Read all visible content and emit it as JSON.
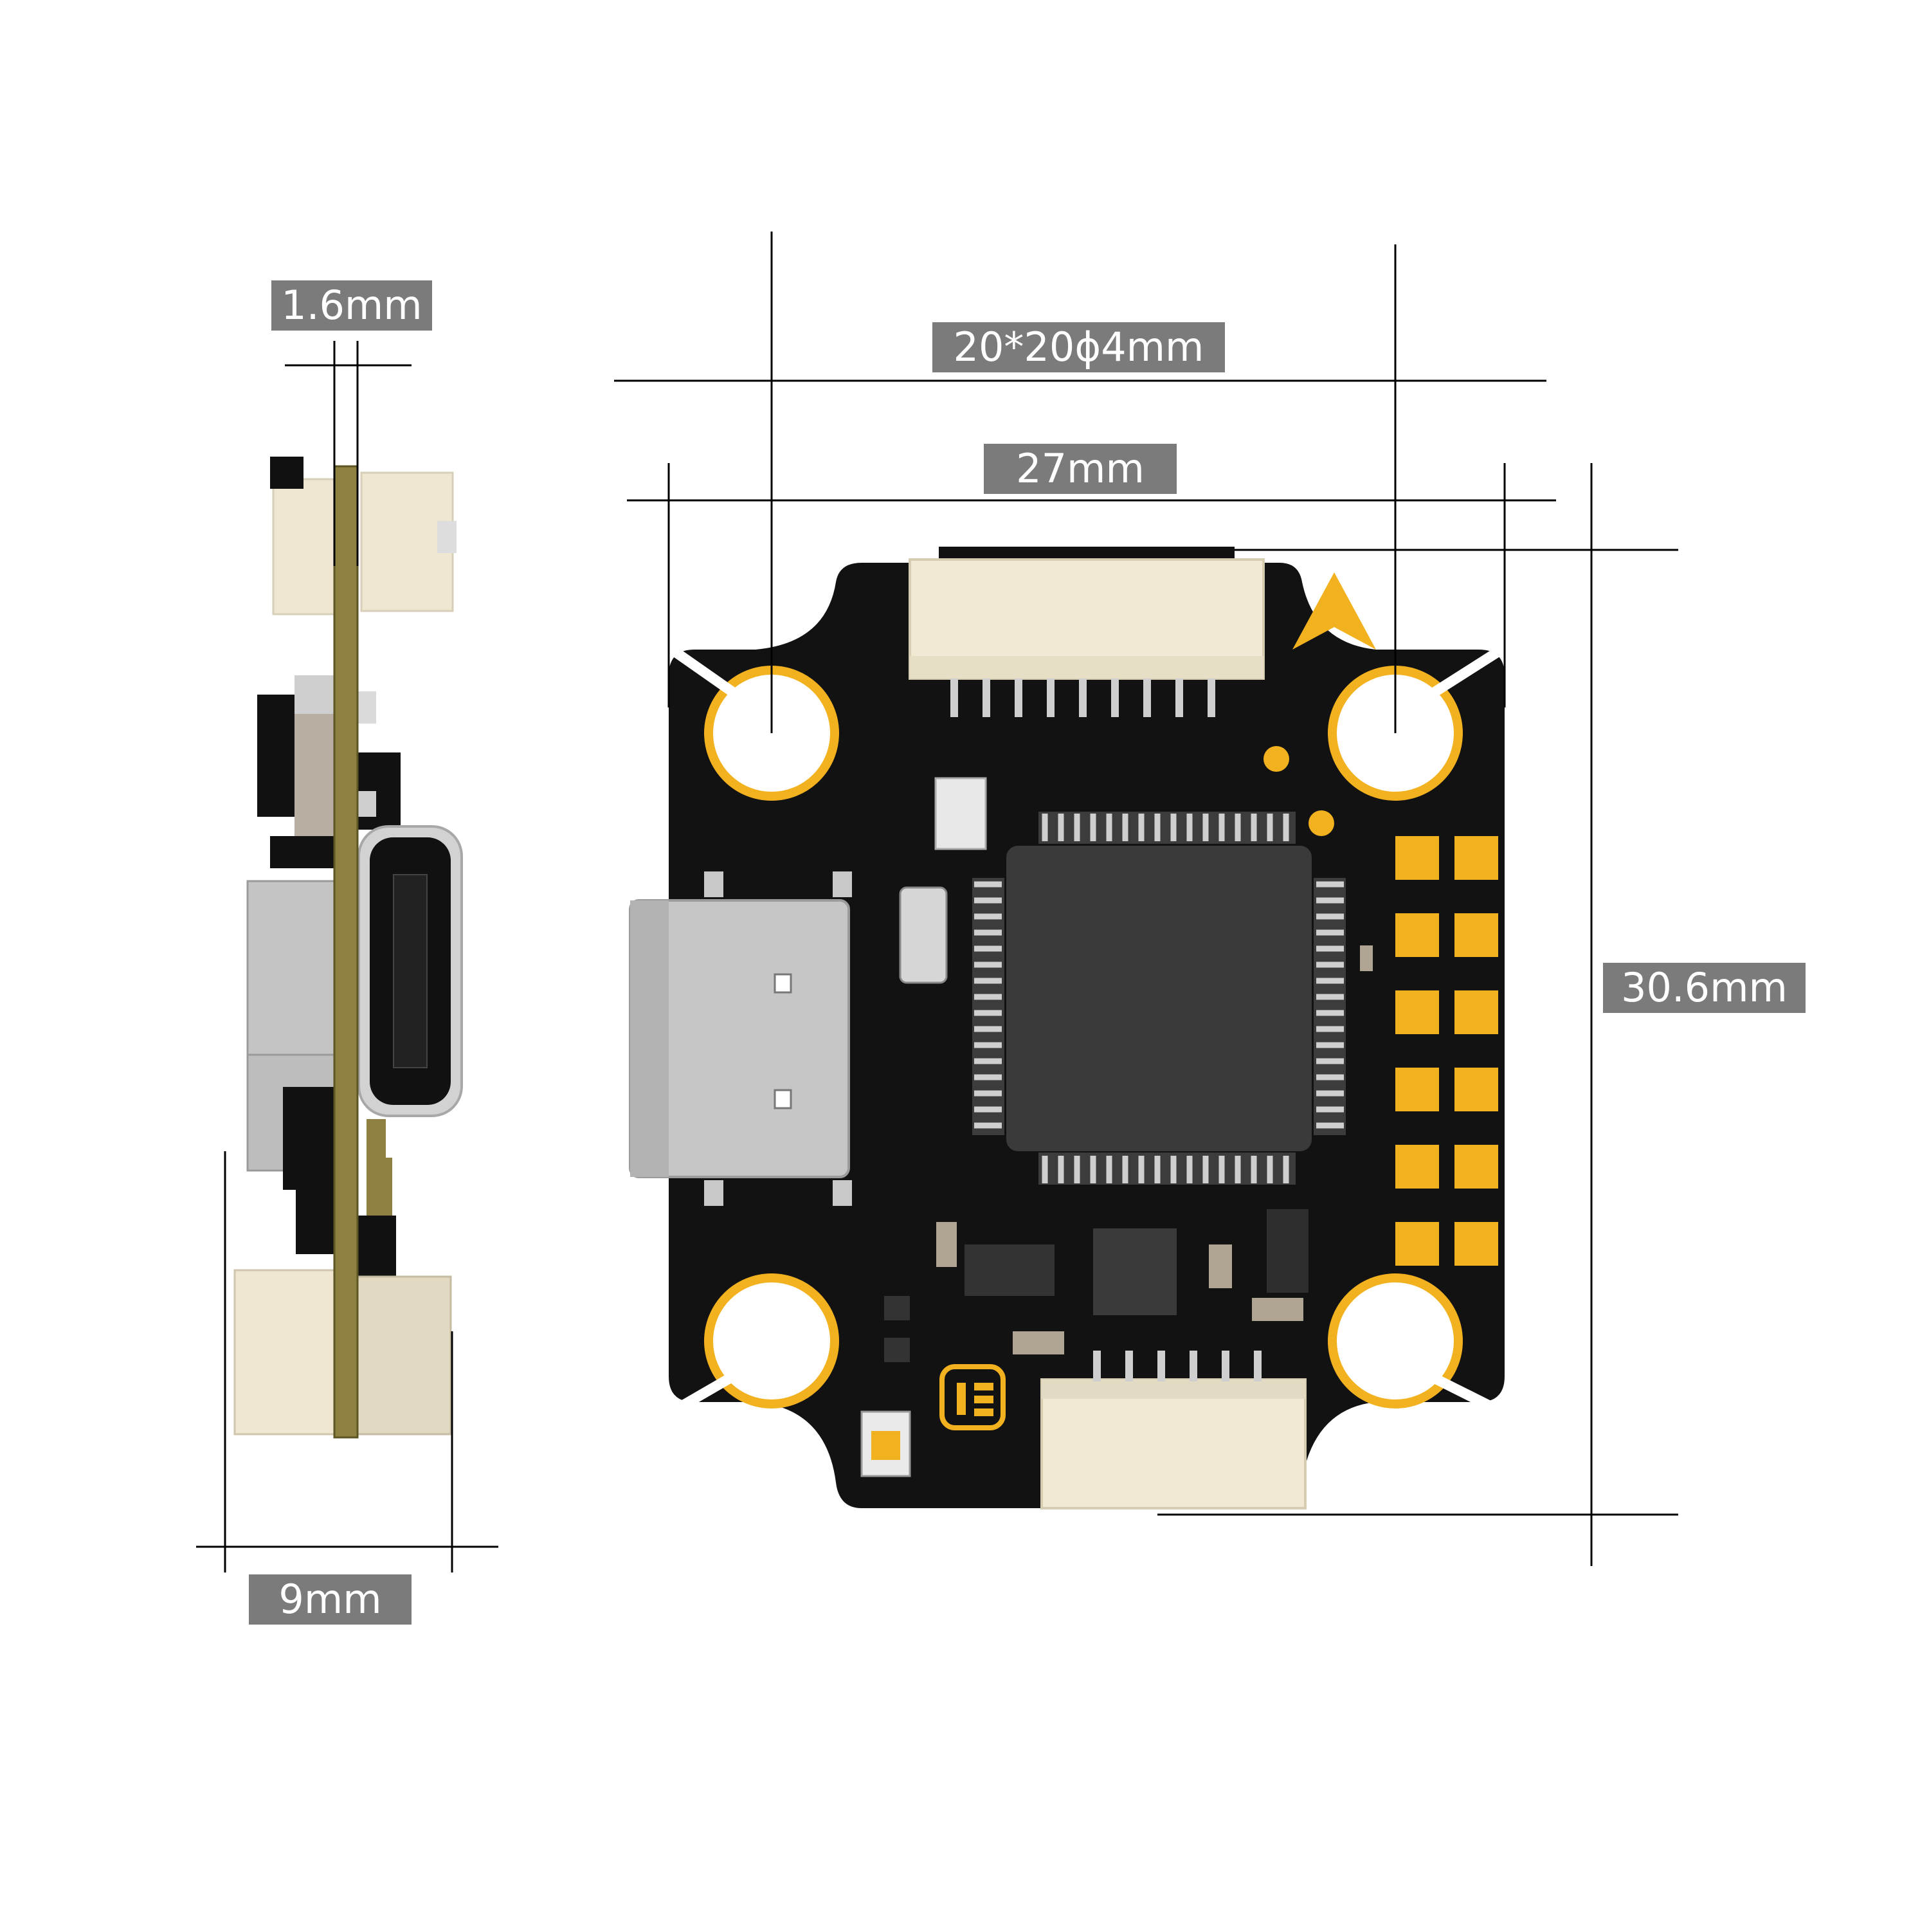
{
  "dimensions": {
    "thickness": "1.6mm",
    "mounting": "20*20ϕ4mm",
    "width": "27mm",
    "height": "30.6mm",
    "depth": "9mm"
  },
  "colors": {
    "pcb": "#121212",
    "gold": "#f2b11e",
    "board_edge": "#8d8040",
    "connector": "#f1e9d4",
    "usb_metal": "#bcbcbc",
    "label_bg": "#7b7b7b",
    "line": "#000000"
  },
  "icons": [
    "board-side-view",
    "board-top-view",
    "usb-c-port",
    "mcu-chip",
    "arrow-logo",
    "brand-logo"
  ]
}
